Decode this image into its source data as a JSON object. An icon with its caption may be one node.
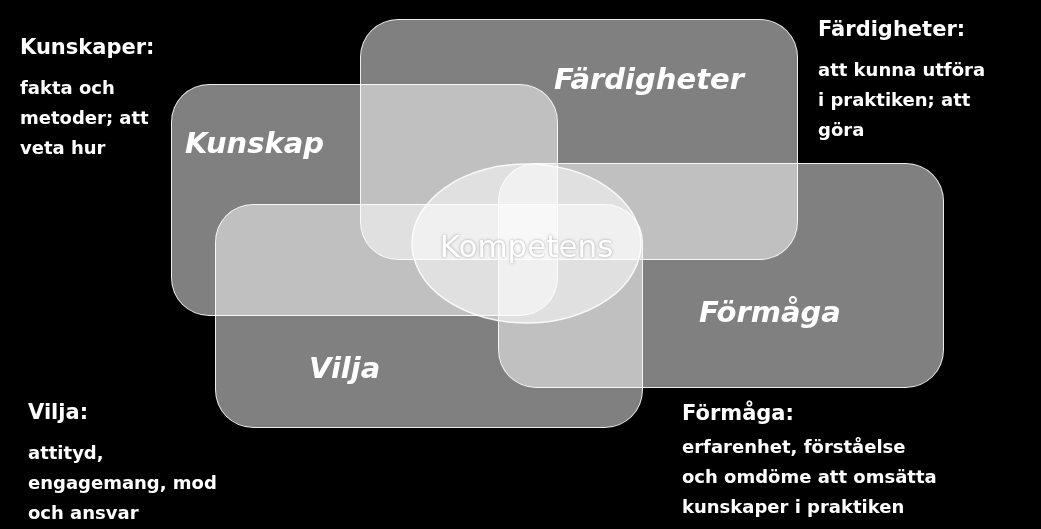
{
  "diagram": {
    "nodes": [
      {
        "text": [
          "Kunskap"
        ],
        "beside": [
          "Kunskaper:",
          "fakta och metoder; att veta hur"
        ]
      },
      {
        "text": [
          "Färdigheter"
        ],
        "beside": [
          "Färdigheter:",
          "att kunna utföra i praktiken; att göra"
        ]
      },
      {
        "text": [
          "Kompetens"
        ]
      },
      {
        "text": [
          "Förmåga"
        ],
        "beside": [
          "Förmåga:",
          "erfarenhet, förståelse och omdöme att omsätta kunskaper i praktiken"
        ]
      },
      {
        "text": [
          "Vilja"
        ],
        "beside": [
          "Vilja:",
          "attityd, engagemang, mod och ansvar"
        ]
      }
    ]
  }
}
